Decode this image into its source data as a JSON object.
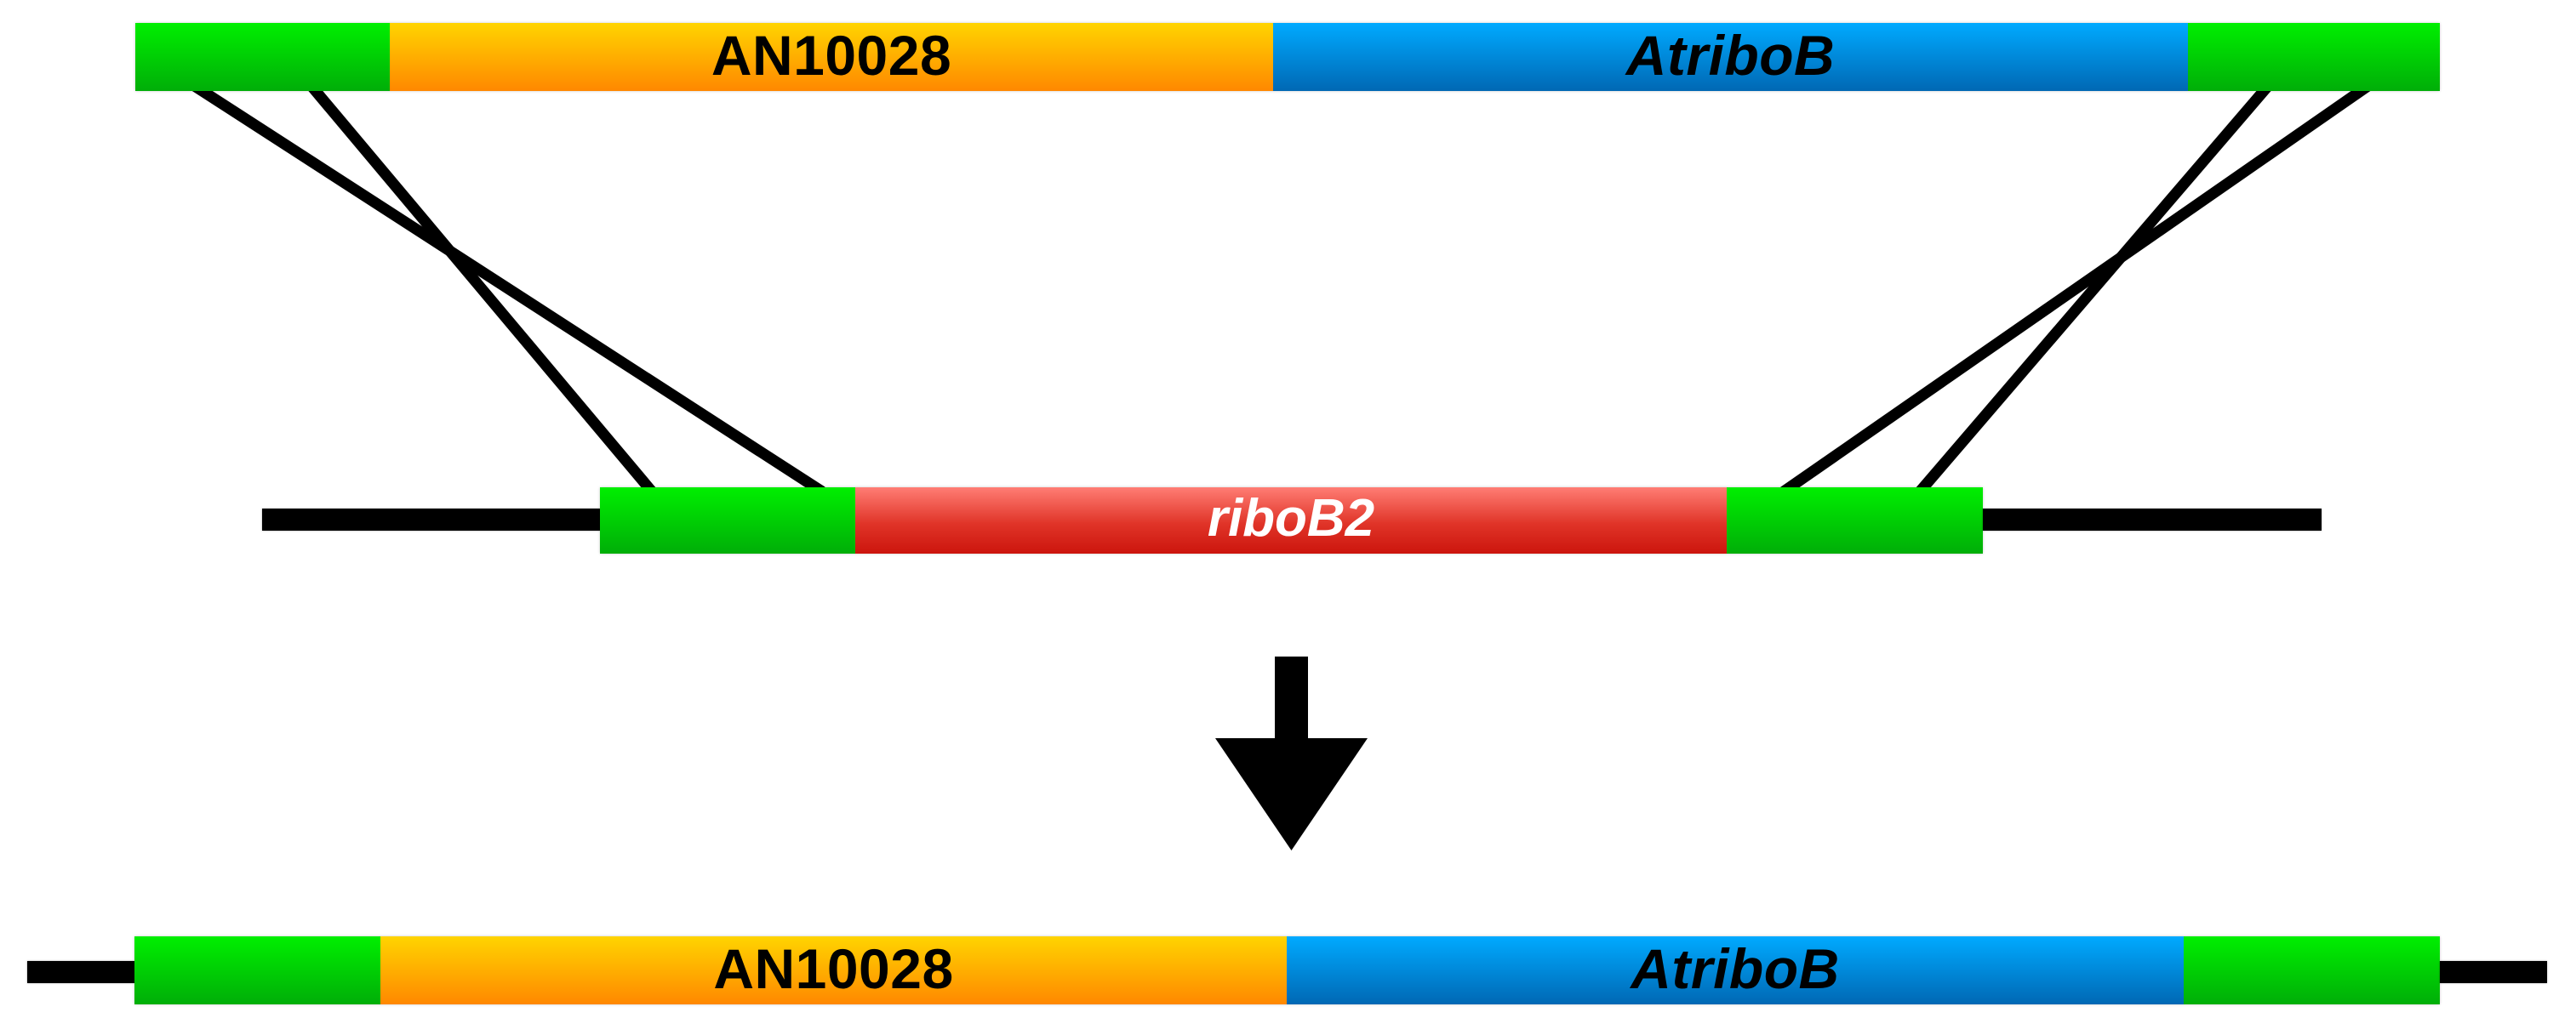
{
  "diagram_type": "gene-replacement-by-homologous-recombination",
  "labels": {
    "donor_left_gene": "AN10028",
    "donor_right_gene": "AtriboB",
    "target_gene": "riboB2",
    "result_left_gene": "AN10028",
    "result_right_gene": "AtriboB"
  },
  "colors": {
    "flank-top": "#00ef00",
    "flank-bottom": "#00ae08",
    "gene1-top": "#ffd400",
    "gene1-bottom": "#ff8800",
    "gene2-top": "#00aaff",
    "gene2-bottom": "#0068b4",
    "target-top": "#ff7d74",
    "target-bottom": "#cc150d",
    "line": "#000000",
    "gene-label-text": "#000000",
    "target-label-text": "#ffffff",
    "background": "#ffffff"
  }
}
